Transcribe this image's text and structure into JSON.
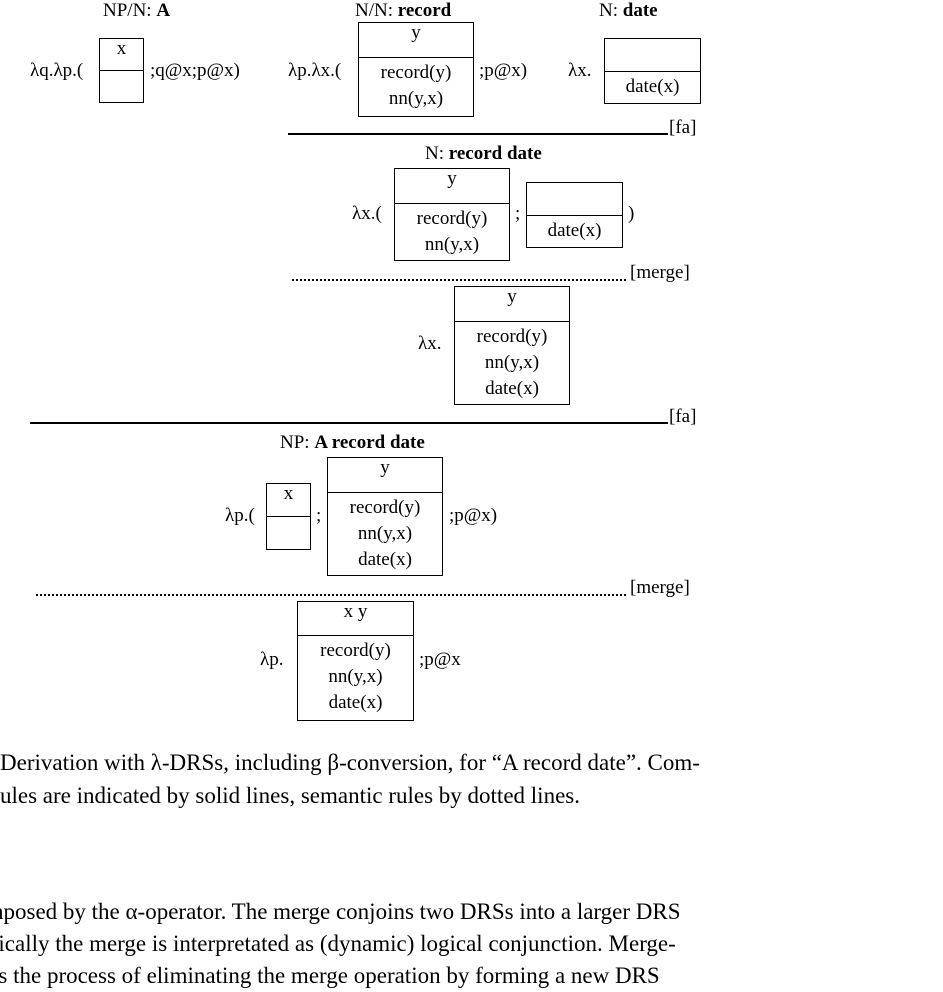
{
  "row1": {
    "a": {
      "cat": "NP/N: ",
      "word": "A",
      "pre": "λq.λp.(",
      "universe": "x",
      "conds": [],
      "post": ";q@x;p@x)"
    },
    "record": {
      "cat": "N/N: ",
      "word": "record",
      "pre": "λp.λx.(",
      "universe": "y",
      "conds": [
        "record(y)",
        "nn(y,x)"
      ],
      "post": ";p@x)"
    },
    "date": {
      "cat": "N: ",
      "word": "date",
      "pre": "λx.",
      "universe": "",
      "conds": [
        "date(x)"
      ]
    }
  },
  "step1": {
    "rule_label": "[fa]",
    "cat": "N: ",
    "word": "record date",
    "pre": "λx.(",
    "box1": {
      "universe": "y",
      "conds": [
        "record(y)",
        "nn(y,x)"
      ]
    },
    "sep": ";",
    "box2": {
      "universe": "",
      "conds": [
        "date(x)"
      ]
    },
    "post": ")"
  },
  "step2": {
    "rule_label": "[merge]",
    "pre": "λx.",
    "box": {
      "universe": "y",
      "conds": [
        "record(y)",
        "nn(y,x)",
        "date(x)"
      ]
    }
  },
  "step3": {
    "rule_label": "[fa]",
    "cat": "NP: ",
    "word": "A record date",
    "pre": "λp.(",
    "box1": {
      "universe": "x",
      "conds": []
    },
    "sep": ";",
    "box2": {
      "universe": "y",
      "conds": [
        "record(y)",
        "nn(y,x)",
        "date(x)"
      ]
    },
    "post": ";p@x)"
  },
  "step4": {
    "rule_label": "[merge]",
    "pre": "λp.",
    "box": {
      "universe": "x y",
      "conds": [
        "record(y)",
        "nn(y,x)",
        "date(x)"
      ]
    },
    "post": ";p@x"
  },
  "caption": {
    "line1": "Derivation with λ-DRSs, including β-conversion, for “A record date”. Com-",
    "line2": "ules are indicated by solid lines, semantic rules by dotted lines."
  },
  "paragraph": {
    "line1": "nposed by the α-operator. The merge conjoins two DRSs into a larger DRS",
    "line2": "tically the merge is interpretated as (dynamic) logical conjunction. Merge-",
    "line3": "is the process of eliminating the merge operation by forming a new DRS"
  }
}
